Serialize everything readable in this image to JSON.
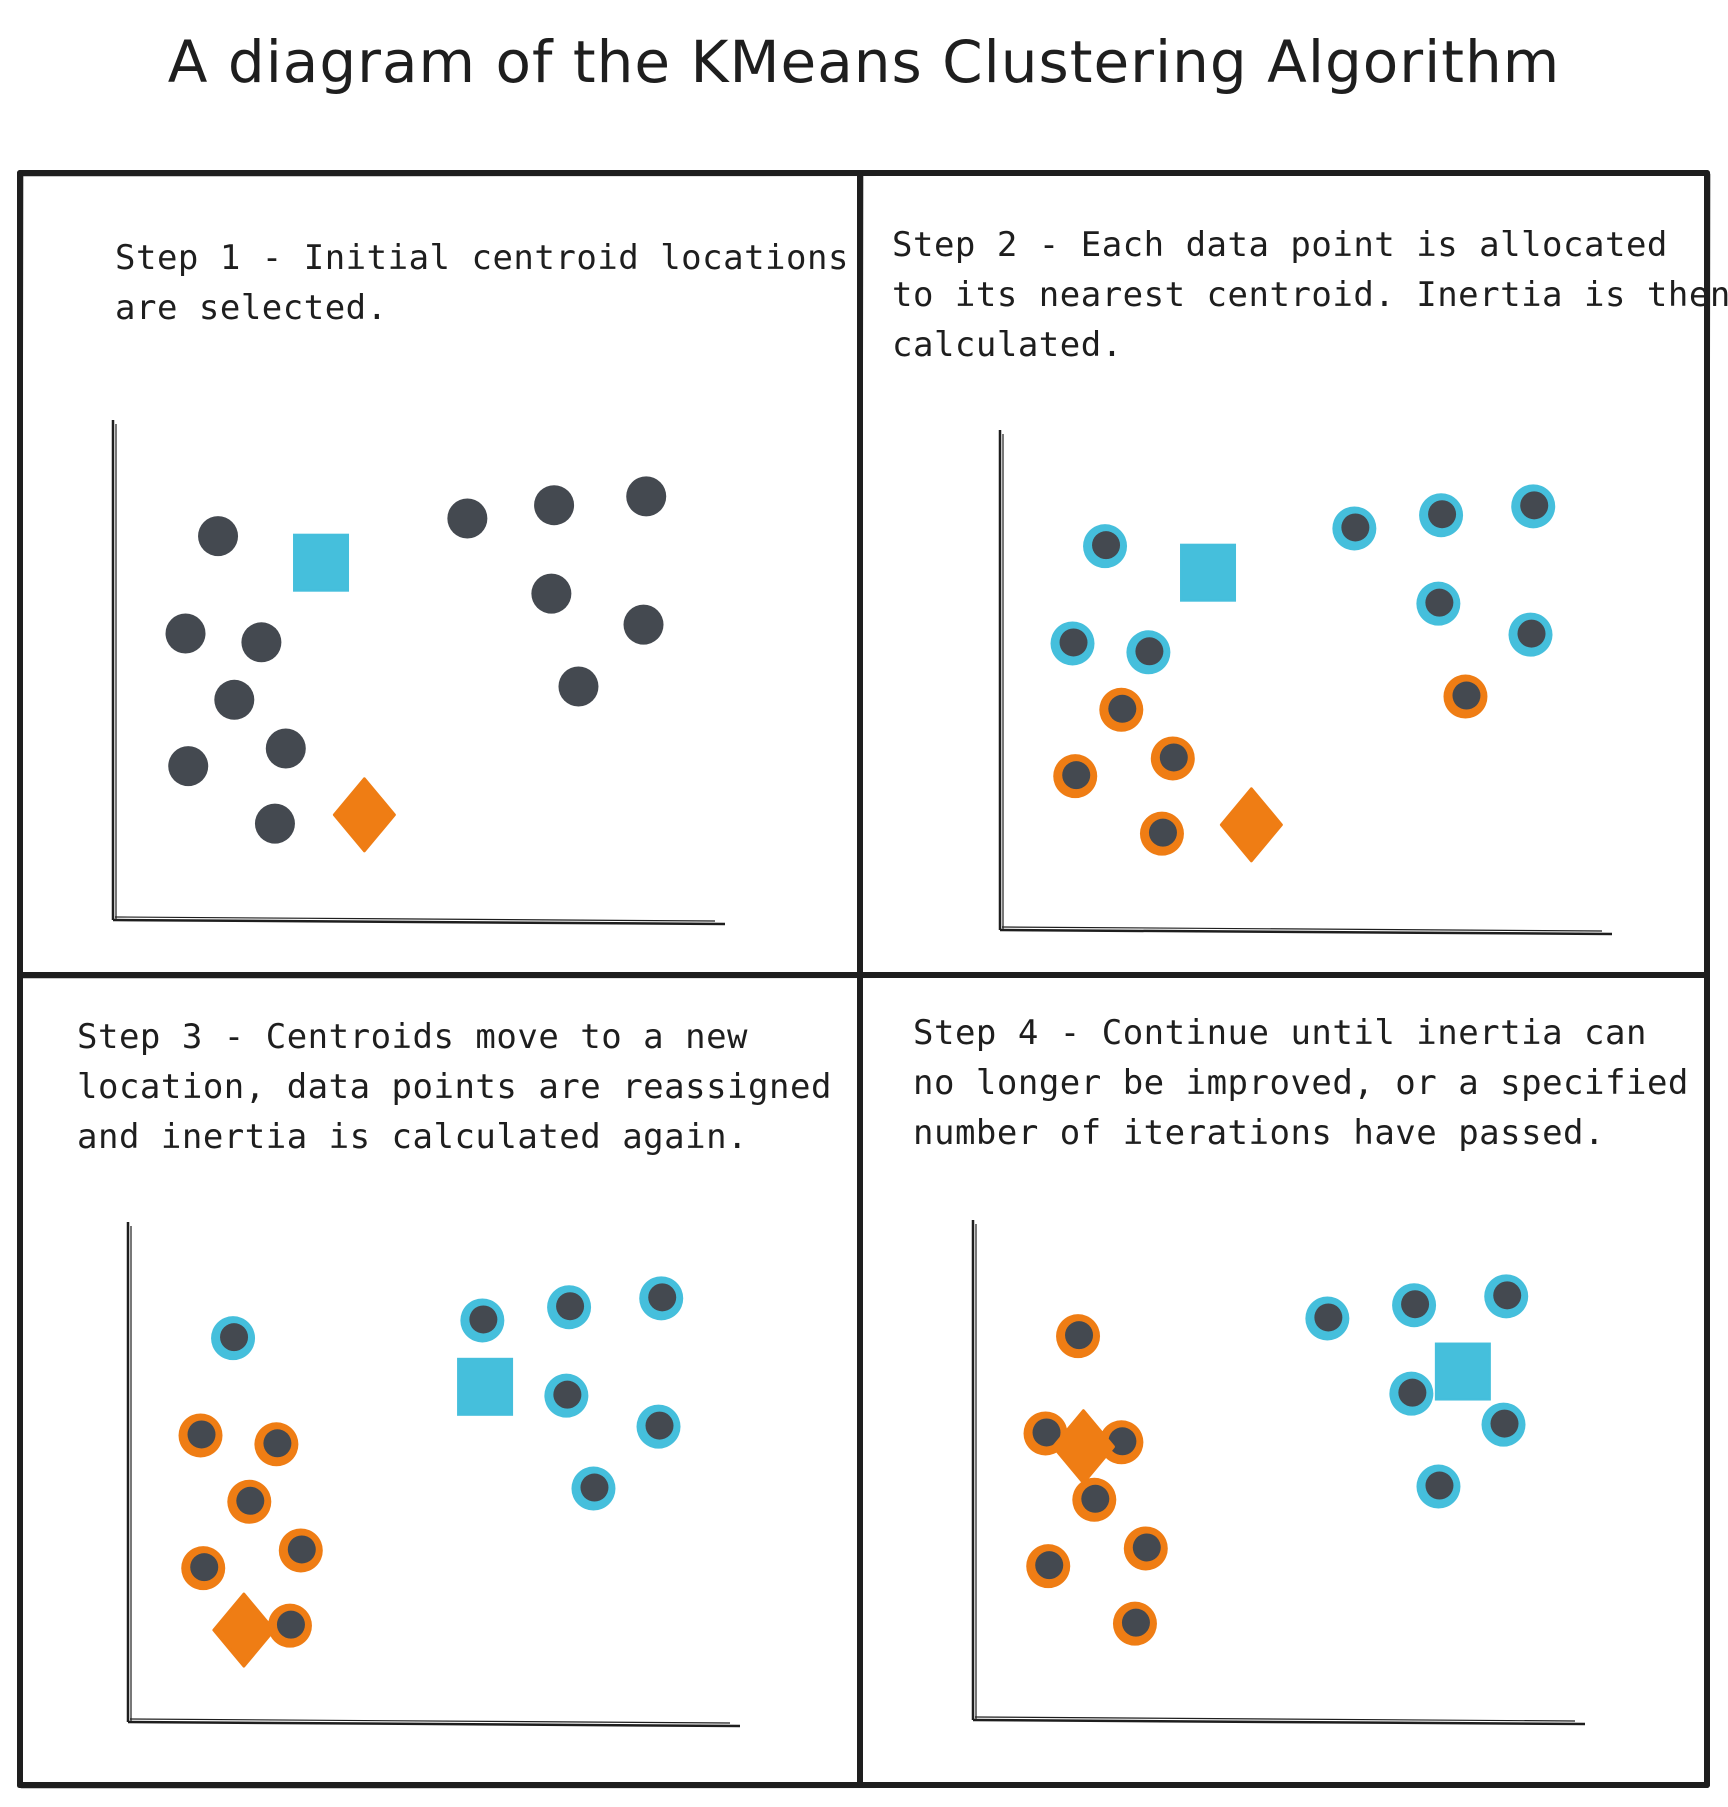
{
  "title": "A diagram of the KMeans Clustering Algorithm",
  "colors": {
    "ink": "#1e1e1e",
    "point": "#444950",
    "cluster_blue": "#45bfdc",
    "cluster_orange": "#ef7d14"
  },
  "legend_shapes": {
    "blue_centroid": "square",
    "orange_centroid": "diamond",
    "data_point": "circle"
  },
  "panels": [
    {
      "step_lines": [
        "Step 1 - Initial centroid locations",
        "are selected."
      ],
      "points": [
        {
          "x": 1.2,
          "y": 4.0,
          "c": "none"
        },
        {
          "x": 5.8,
          "y": 4.2,
          "c": "none"
        },
        {
          "x": 7.4,
          "y": 4.35,
          "c": "none"
        },
        {
          "x": 9.1,
          "y": 4.45,
          "c": "none"
        },
        {
          "x": 7.35,
          "y": 3.35,
          "c": "none"
        },
        {
          "x": 9.05,
          "y": 3.0,
          "c": "none"
        },
        {
          "x": 0.6,
          "y": 2.9,
          "c": "none"
        },
        {
          "x": 2.0,
          "y": 2.8,
          "c": "none"
        },
        {
          "x": 7.85,
          "y": 2.3,
          "c": "none"
        },
        {
          "x": 1.5,
          "y": 2.15,
          "c": "none"
        },
        {
          "x": 0.65,
          "y": 1.4,
          "c": "none"
        },
        {
          "x": 2.45,
          "y": 1.6,
          "c": "none"
        },
        {
          "x": 2.25,
          "y": 0.75,
          "c": "none"
        }
      ],
      "centroids": [
        {
          "x": 3.1,
          "y": 3.7,
          "shape": "square",
          "c": "blue"
        },
        {
          "x": 3.9,
          "y": 0.85,
          "shape": "diamond",
          "c": "orange"
        }
      ]
    },
    {
      "step_lines": [
        "Step 2 - Each data point is allocated",
        "to its nearest centroid. Inertia is then",
        "calculated."
      ],
      "points": [
        {
          "x": 1.2,
          "y": 4.0,
          "c": "blue"
        },
        {
          "x": 5.8,
          "y": 4.2,
          "c": "blue"
        },
        {
          "x": 7.4,
          "y": 4.35,
          "c": "blue"
        },
        {
          "x": 9.1,
          "y": 4.45,
          "c": "blue"
        },
        {
          "x": 7.35,
          "y": 3.35,
          "c": "blue"
        },
        {
          "x": 9.05,
          "y": 3.0,
          "c": "blue"
        },
        {
          "x": 0.6,
          "y": 2.9,
          "c": "blue"
        },
        {
          "x": 2.0,
          "y": 2.8,
          "c": "blue"
        },
        {
          "x": 7.85,
          "y": 2.3,
          "c": "orange"
        },
        {
          "x": 1.5,
          "y": 2.15,
          "c": "orange"
        },
        {
          "x": 0.65,
          "y": 1.4,
          "c": "orange"
        },
        {
          "x": 2.45,
          "y": 1.6,
          "c": "orange"
        },
        {
          "x": 2.25,
          "y": 0.75,
          "c": "orange"
        }
      ],
      "centroids": [
        {
          "x": 3.1,
          "y": 3.7,
          "shape": "square",
          "c": "blue"
        },
        {
          "x": 3.9,
          "y": 0.85,
          "shape": "diamond",
          "c": "orange"
        }
      ]
    },
    {
      "step_lines": [
        "Step 3 - Centroids move to a new",
        "location, data points are reassigned",
        "and inertia is calculated again."
      ],
      "points": [
        {
          "x": 1.2,
          "y": 4.0,
          "c": "blue"
        },
        {
          "x": 5.8,
          "y": 4.2,
          "c": "blue"
        },
        {
          "x": 7.4,
          "y": 4.35,
          "c": "blue"
        },
        {
          "x": 9.1,
          "y": 4.45,
          "c": "blue"
        },
        {
          "x": 7.35,
          "y": 3.35,
          "c": "blue"
        },
        {
          "x": 9.05,
          "y": 3.0,
          "c": "blue"
        },
        {
          "x": 0.6,
          "y": 2.9,
          "c": "orange"
        },
        {
          "x": 2.0,
          "y": 2.8,
          "c": "orange"
        },
        {
          "x": 7.85,
          "y": 2.3,
          "c": "blue"
        },
        {
          "x": 1.5,
          "y": 2.15,
          "c": "orange"
        },
        {
          "x": 0.65,
          "y": 1.4,
          "c": "orange"
        },
        {
          "x": 2.45,
          "y": 1.6,
          "c": "orange"
        },
        {
          "x": 2.25,
          "y": 0.75,
          "c": "orange"
        }
      ],
      "centroids": [
        {
          "x": 5.85,
          "y": 3.45,
          "shape": "square",
          "c": "blue"
        },
        {
          "x": 1.4,
          "y": 0.7,
          "shape": "diamond",
          "c": "orange"
        }
      ]
    },
    {
      "step_lines": [
        "Step 4 - Continue until inertia can",
        "no longer be improved, or a specified",
        "number of iterations have passed."
      ],
      "points": [
        {
          "x": 1.2,
          "y": 4.0,
          "c": "orange"
        },
        {
          "x": 5.8,
          "y": 4.2,
          "c": "blue"
        },
        {
          "x": 7.4,
          "y": 4.35,
          "c": "blue"
        },
        {
          "x": 9.1,
          "y": 4.45,
          "c": "blue"
        },
        {
          "x": 7.35,
          "y": 3.35,
          "c": "blue"
        },
        {
          "x": 9.05,
          "y": 3.0,
          "c": "blue"
        },
        {
          "x": 0.6,
          "y": 2.9,
          "c": "orange"
        },
        {
          "x": 2.0,
          "y": 2.8,
          "c": "orange"
        },
        {
          "x": 7.85,
          "y": 2.3,
          "c": "blue"
        },
        {
          "x": 1.5,
          "y": 2.15,
          "c": "orange"
        },
        {
          "x": 0.65,
          "y": 1.4,
          "c": "orange"
        },
        {
          "x": 2.45,
          "y": 1.6,
          "c": "orange"
        },
        {
          "x": 2.25,
          "y": 0.75,
          "c": "orange"
        }
      ],
      "centroids": [
        {
          "x": 8.3,
          "y": 3.6,
          "shape": "square",
          "c": "blue"
        },
        {
          "x": 1.3,
          "y": 2.75,
          "shape": "diamond",
          "c": "orange"
        }
      ]
    }
  ]
}
